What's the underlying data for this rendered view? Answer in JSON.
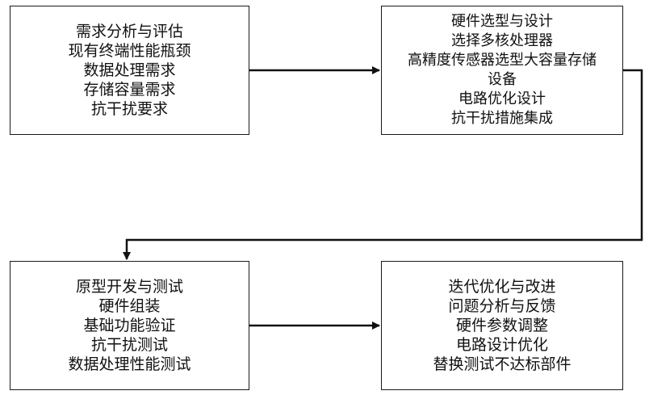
{
  "boxes": {
    "requirements": {
      "lines": [
        "需求分析与评估",
        "现有终端性能瓶颈",
        "数据处理需求",
        "存储容量需求",
        "抗干扰要求"
      ]
    },
    "hardware": {
      "lines": [
        "硬件选型与设计",
        "选择多核处理器",
        "高精度传感器选型大容量存储",
        "设备",
        "电路优化设计",
        "抗干扰措施集成"
      ]
    },
    "prototype": {
      "lines": [
        "原型开发与测试",
        "硬件组装",
        "基础功能验证",
        "抗干扰测试",
        "数据处理性能测试"
      ]
    },
    "iteration": {
      "lines": [
        "迭代优化与改进",
        "问题分析与反馈",
        "硬件参数调整",
        "电路设计优化",
        "替换测试不达标部件"
      ]
    }
  }
}
